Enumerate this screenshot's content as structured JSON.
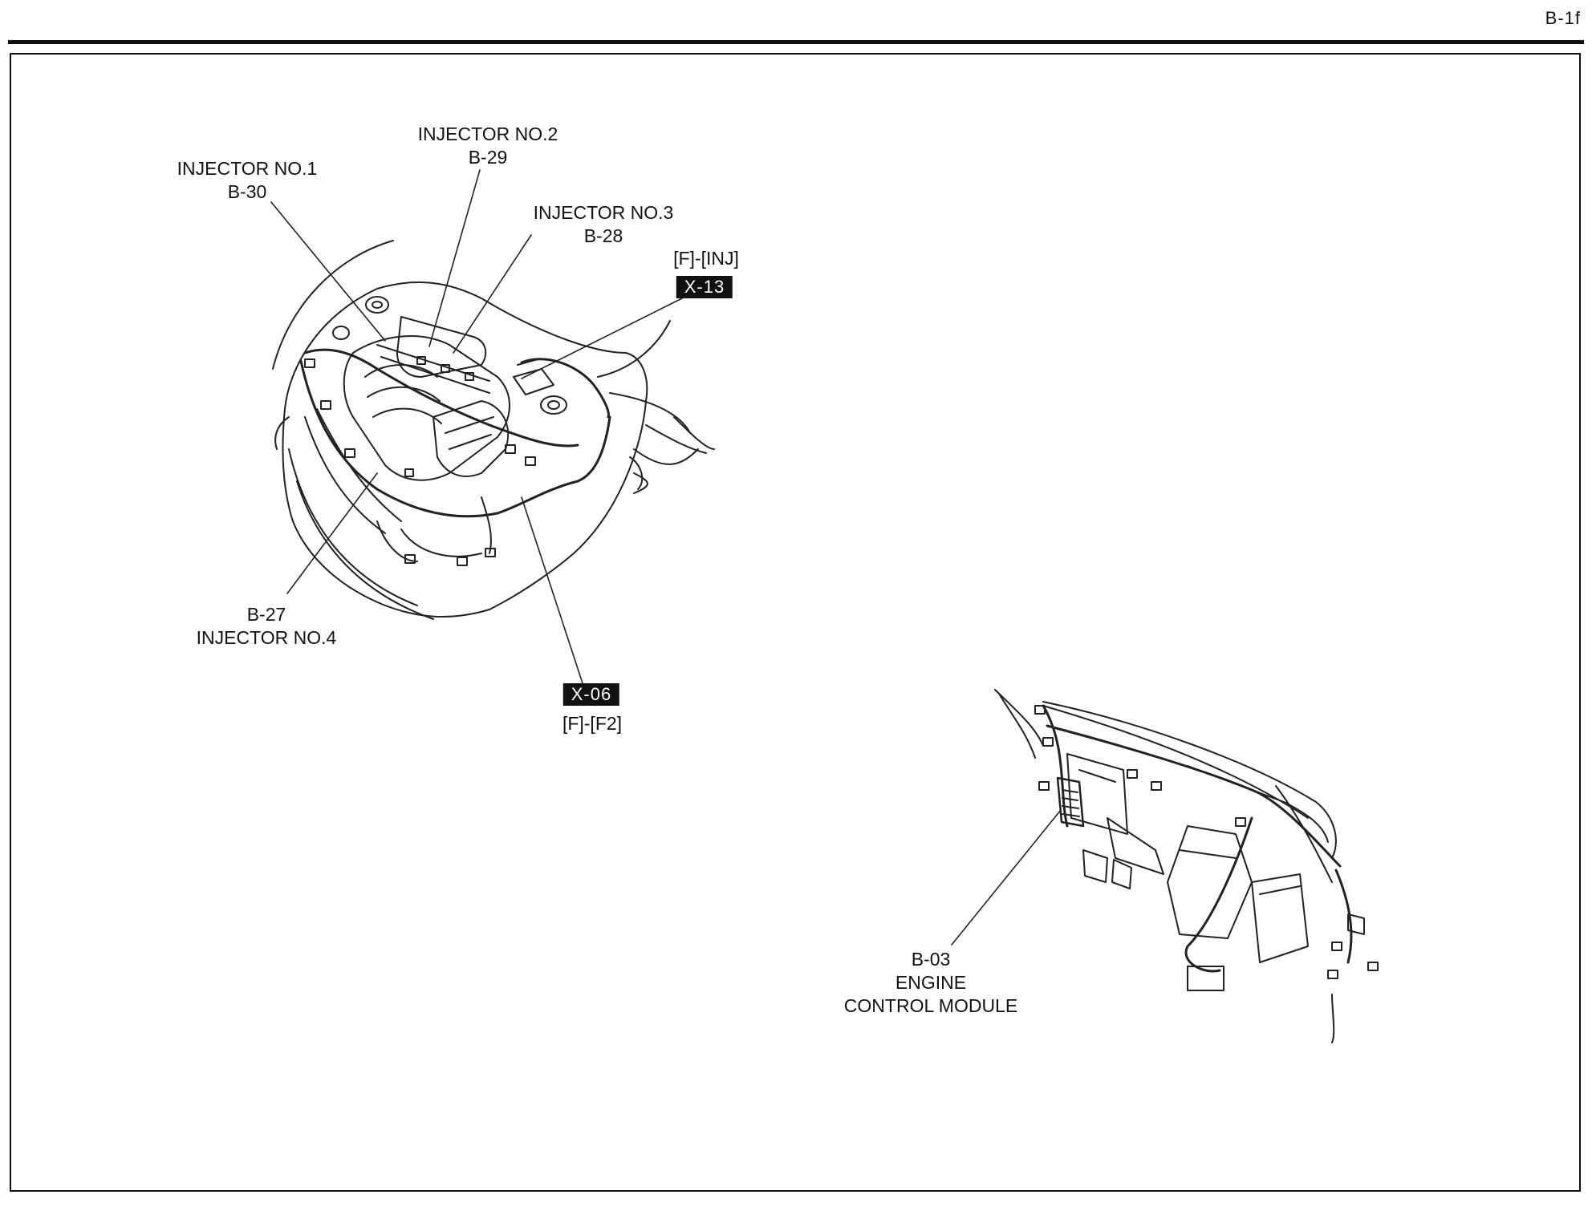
{
  "page_id": "B-1f",
  "callouts": [
    {
      "id": "inj1",
      "code": "B-30",
      "name": "INJECTOR NO.1"
    },
    {
      "id": "inj2",
      "code": "B-29",
      "name": "INJECTOR NO.2"
    },
    {
      "id": "inj3",
      "code": "B-28",
      "name": "INJECTOR NO.3"
    },
    {
      "id": "inj4",
      "code": "B-27",
      "name": "INJECTOR NO.4"
    },
    {
      "id": "ecm",
      "code": "B-03",
      "name_line1": "ENGINE",
      "name_line2": "CONTROL MODULE"
    }
  ],
  "connectors": [
    {
      "id": "x13",
      "code": "X-13",
      "ref": "[F]-[INJ]"
    },
    {
      "id": "x06",
      "code": "X-06",
      "ref": "[F]-[F2]"
    }
  ]
}
